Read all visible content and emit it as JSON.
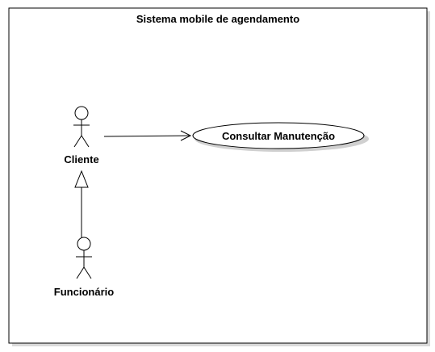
{
  "system": {
    "title": "Sistema mobile de agendamento"
  },
  "actors": {
    "cliente": {
      "label": "Cliente"
    },
    "funcionario": {
      "label": "Funcionário"
    }
  },
  "use_cases": {
    "consultar": {
      "label": "Consultar Manutenção"
    }
  },
  "relationships": [
    {
      "type": "association",
      "from": "Cliente",
      "to": "Consultar Manutenção"
    },
    {
      "type": "generalization",
      "from": "Funcionário",
      "to": "Cliente"
    }
  ],
  "colors": {
    "line": "#000000",
    "shadow": "#c8c8c8",
    "background": "#ffffff"
  }
}
